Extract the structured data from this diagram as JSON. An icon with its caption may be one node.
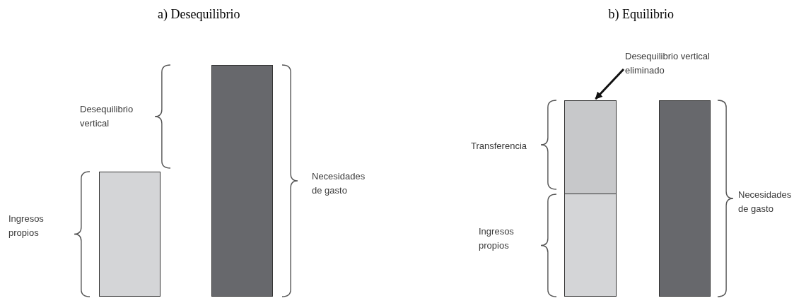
{
  "diagram": {
    "nodes": [
      {
        "text": [],
        "shape": "bar"
      },
      {
        "text": [],
        "shape": "bar"
      },
      {
        "text": [
          "Desequilibrio vertical eliminado"
        ]
      },
      {
        "text": [],
        "shape": "bar"
      },
      {
        "text": [],
        "shape": "bar"
      },
      {
        "text": [],
        "shape": "bar"
      }
    ],
    "edges": [
      {
        "from": 2,
        "to": 3,
        "arrow": "to"
      }
    ],
    "labels": [
      "a) Desequilibrio",
      "b) Equilibrio",
      "Desequilibrio vertical",
      "Ingresos propios",
      "Necesidades de gasto",
      "Transferencia",
      "Ingresos propios",
      "Necesidades de gasto"
    ]
  }
}
